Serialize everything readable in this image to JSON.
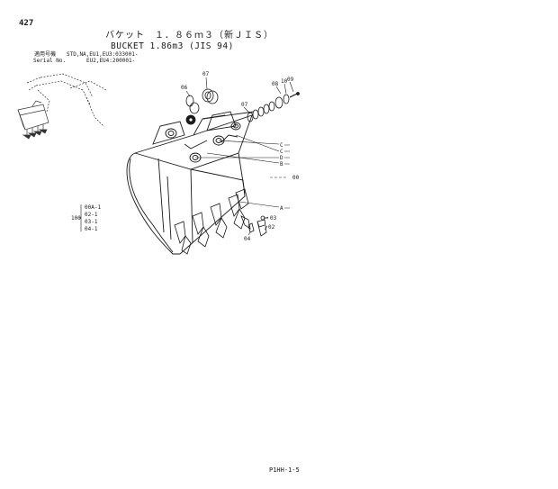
{
  "header": {
    "page_number": "427",
    "title_jp": "バケット　１．８６ｍ３（新ＪＩＳ）",
    "title_en": "BUCKET 1.86m3 (JIS 94)",
    "serial": {
      "label_jp": "適用号機",
      "label_en": "Serial No.",
      "line1": "STD,NA,EU1,EU3:033001-",
      "line2": "EU2,EU4:200001-"
    }
  },
  "callouts": {
    "c07_top": "07",
    "c06": "06",
    "c07_right": "07",
    "c08": "08",
    "c10": "10",
    "c09": "09",
    "c_a": "C",
    "c_b": "C",
    "c_c": "D",
    "c_d": "B",
    "c00": "00",
    "a_tooth": "A",
    "c03": "03",
    "c02": "02",
    "c04": "04"
  },
  "legend": {
    "group": "100",
    "items": [
      "00A-1",
      "02-1",
      "03-1",
      "04-1"
    ]
  },
  "footer": {
    "code": "P1HH-1-5"
  }
}
